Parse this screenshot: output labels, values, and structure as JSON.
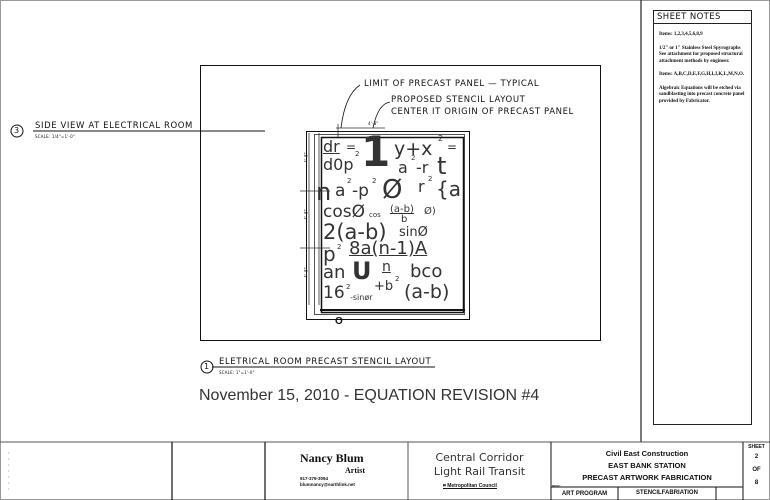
{
  "sheet_notes": {
    "title": "SHEET NOTES",
    "notes": [
      "Items: 1,2,3,4,5,6,8,9",
      "1/2\" or 1\" Stainless Steel Spyrographs See attachment for proposed structural attachment methods by engineer.",
      "Items: A,B,C,D,E,F,G,H,I,J,K,L,M,N,O.",
      "Algebraic Equations will be etched via sandblasting into precast concrete panel provided by Fabricator."
    ]
  },
  "drawing": {
    "callout_limit": "LIMIT OF PRECAST PANEL — TYPICAL",
    "callout_stencil_1": "PROPOSED STENCIL LAYOUT",
    "callout_stencil_2": "CENTER      IT ORIGIN OF PRECAST PANEL",
    "dim_top": "4'-8\"",
    "dim_left": [
      "4'-8\"",
      "4'-8\"",
      "4'-8\""
    ],
    "panel_mark": "O",
    "equations": {
      "l1a": "dr",
      "l1b": "d0p",
      "l1c": "1",
      "l1d": "y+x",
      "l1e": "a",
      "l1f": "-r",
      "l1g": "t",
      "l1h": "=",
      "l2a": "n",
      "l2b": "a",
      "l2c": "-p",
      "l2d": "Ø",
      "l2e": "r",
      "l2f": "{a",
      "l3a": "cosØ",
      "l3b": "cos",
      "l3c": "(a-b)",
      "l3d": "b",
      "l3e": "Ø)",
      "l4a": "2(a-b)",
      "l4b": "sinØ",
      "l5a": "p",
      "l5b": "8a(n-1)A",
      "l6a": "an",
      "l6b": "U",
      "l6c": "n",
      "l6d": "bco",
      "l7a": "16",
      "l7b": "-sinør",
      "l7c": "+b",
      "l7d": "(a-b)",
      "sq": "2"
    }
  },
  "views": [
    {
      "number": "3",
      "title": "SIDE VIEW AT ELECTRICAL ROOM",
      "scale": "SCALE: 1/4\"=1'-0\""
    },
    {
      "number": "1",
      "title": "ELETRICAL ROOM PRECAST STENCIL LAYOUT",
      "scale": "SCALE: 1\"=1'-0\""
    }
  ],
  "revision_note": "November 15, 2010 - EQUATION REVISION #4",
  "title_block": {
    "artist_name": "Nancy Blum",
    "artist_role": "Artist",
    "artist_phone": "917-379-3094",
    "artist_email": "blumnancy@earthlink.net",
    "project_line1": "Central Corridor",
    "project_line2": "Light Rail Transit",
    "agency": "Metropolitan Council",
    "client": "Civil East Construction",
    "station": "EAST BANK STATION",
    "description": "PRECAST ARTWORK FABRICATION",
    "label_small": "DESC:",
    "program": "ART PROGRAM",
    "phase": "STENCILFABRIATION",
    "sheet_label": "SHEET",
    "sheet_num": "2",
    "sheet_of": "OF",
    "sheet_total": "8"
  }
}
